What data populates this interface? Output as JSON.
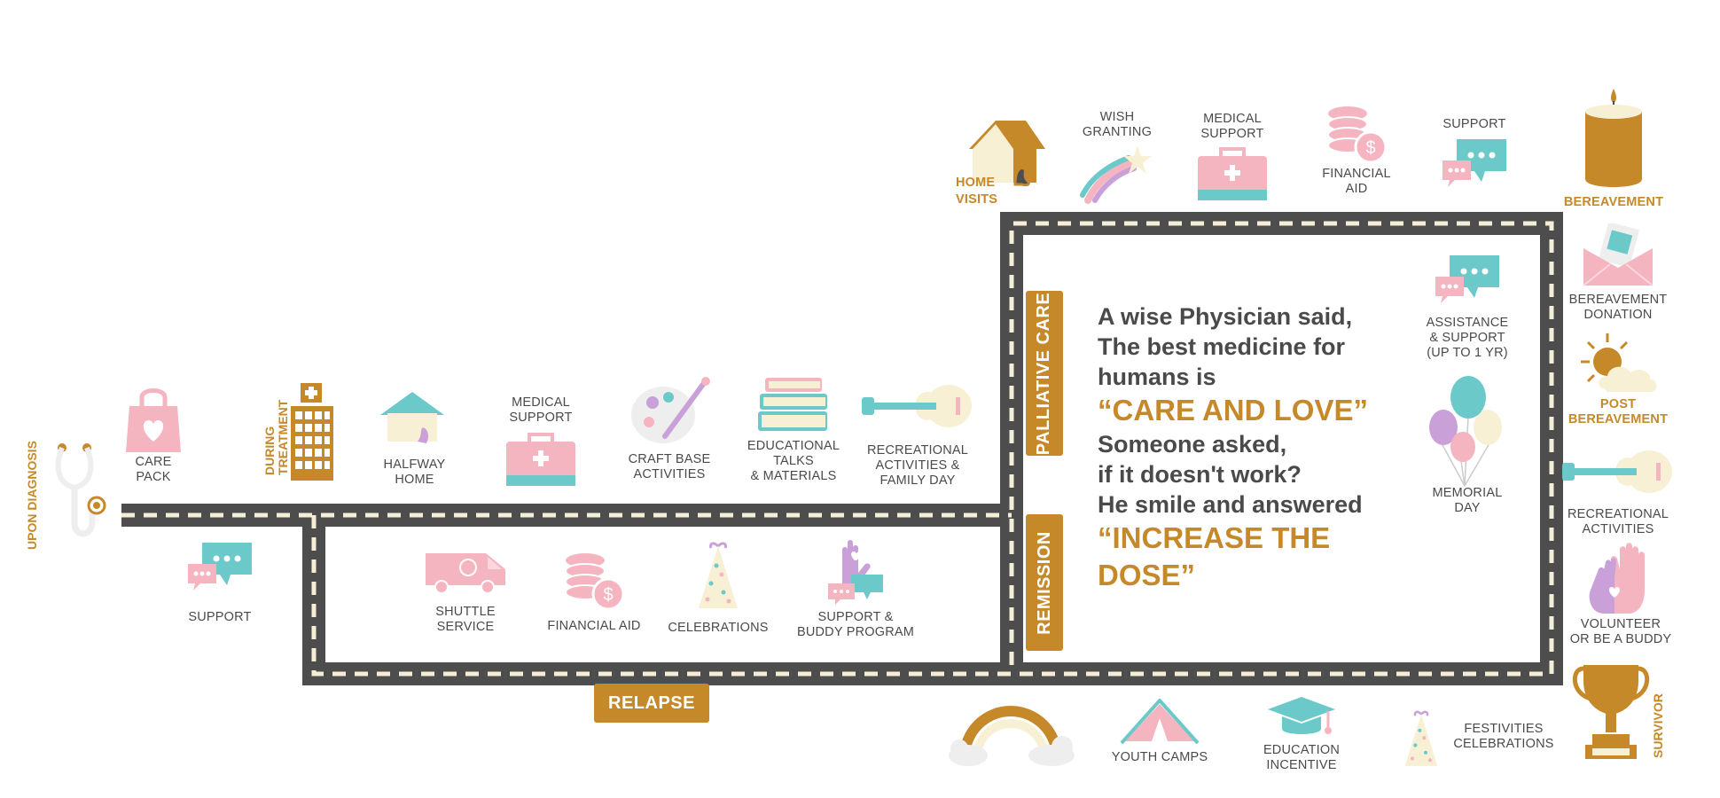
{
  "colors": {
    "gold": "#c5892a",
    "pink": "#f5b5c0",
    "teal": "#6cc9c9",
    "road": "#4d4d4d",
    "dash": "#f4eed6",
    "text": "#4a4a4a"
  },
  "stages": {
    "upon_diagnosis": "UPON DIAGNOSIS",
    "during_treatment": "DURING TREATMENT",
    "palliative_care": "PALLIATIVE CARE",
    "remission": "REMISSION",
    "relapse": "RELAPSE",
    "bereavement": "BEREAVEMENT",
    "post_bereavement": [
      "POST",
      "BEREAVEMENT"
    ],
    "survivor": "SURVIVOR",
    "home_visits": [
      "HOME",
      "VISITS"
    ]
  },
  "items": {
    "care_pack": [
      "CARE",
      "PACK"
    ],
    "support_left": [
      "SUPPORT"
    ],
    "halfway_home": [
      "HALFWAY",
      "HOME"
    ],
    "medical_support_treatment": [
      "MEDICAL",
      "SUPPORT"
    ],
    "craft_base": [
      "CRAFT BASE",
      "ACTIVITIES"
    ],
    "educational_talks": [
      "EDUCATIONAL",
      "TALKS",
      "& MATERIALS"
    ],
    "recreational_family": [
      "RECREATIONAL",
      "ACTIVITIES &",
      "FAMILY DAY"
    ],
    "shuttle_service": [
      "SHUTTLE",
      "SERVICE"
    ],
    "financial_aid_relapse": [
      "FINANCIAL AID"
    ],
    "celebrations": [
      "CELEBRATIONS"
    ],
    "support_buddy": [
      "SUPPORT &",
      "BUDDY PROGRAM"
    ],
    "wish_granting": [
      "WISH",
      "GRANTING"
    ],
    "medical_support_palliative": [
      "MEDICAL",
      "SUPPORT"
    ],
    "financial_aid_palliative": [
      "FINANCIAL",
      "AID"
    ],
    "support_palliative": [
      "SUPPORT"
    ],
    "assistance_support": [
      "ASSISTANCE",
      "& SUPPORT",
      "(UP TO 1 YR)"
    ],
    "memorial_day": [
      "MEMORIAL",
      "DAY"
    ],
    "bereavement_donation": [
      "BEREAVEMENT",
      "DONATION"
    ],
    "recreational_activities": [
      "RECREATIONAL",
      "ACTIVITIES"
    ],
    "volunteer_buddy": [
      "VOLUNTEER",
      "OR BE A BUDDY"
    ],
    "youth_camps": [
      "YOUTH CAMPS"
    ],
    "education_incentive": [
      "EDUCATION",
      "INCENTIVE"
    ],
    "festivities": [
      "FESTIVITIES",
      "CELEBRATIONS"
    ]
  },
  "quote": {
    "line1": "A wise Physician said,",
    "line2": "The best medicine for",
    "line3": "humans is",
    "highlight1": "“CARE AND LOVE”",
    "line4": "Someone asked,",
    "line5": "if it doesn't work?",
    "line6": "He smile and answered",
    "highlight2a": "“INCREASE THE",
    "highlight2b": "DOSE”"
  },
  "icons": {
    "stethoscope": "stethoscope-icon",
    "care_pack": "shopping-bag-heart-icon",
    "hospital": "hospital-building-icon",
    "house": "house-icon",
    "medical_kit": "medical-kit-icon",
    "palette": "palette-icon",
    "books": "books-icon",
    "guitar": "guitar-icon",
    "chat": "chat-bubbles-icon",
    "van": "van-icon",
    "coins": "coins-icon",
    "party_hat": "party-hat-icon",
    "hands": "hands-icon",
    "dog_house": "dog-house-icon",
    "shooting_star": "shooting-star-icon",
    "candle": "candle-icon",
    "envelope": "envelope-money-icon",
    "sun_cloud": "sun-cloud-icon",
    "balloons": "balloons-icon",
    "rainbow": "rainbow-icon",
    "tent": "tent-icon",
    "grad_cap": "graduation-cap-icon",
    "trophy": "trophy-icon"
  }
}
